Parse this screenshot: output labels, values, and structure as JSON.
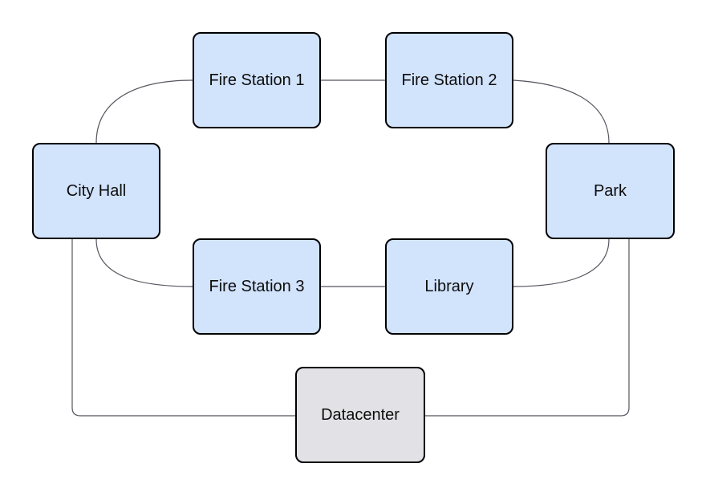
{
  "diagram": {
    "background_color": "#ffffff",
    "edge_color": "#55555e",
    "node_border_color": "#000000",
    "node_fill_blue": "#d2e3fc",
    "node_fill_gray": "#e2e2e6",
    "nodes": [
      {
        "id": "fire-station-1",
        "label": "Fire Station 1",
        "fill": "#d2e3fc"
      },
      {
        "id": "fire-station-2",
        "label": "Fire Station 2",
        "fill": "#d2e3fc"
      },
      {
        "id": "city-hall",
        "label": "City Hall",
        "fill": "#d2e3fc"
      },
      {
        "id": "park",
        "label": "Park",
        "fill": "#d2e3fc"
      },
      {
        "id": "fire-station-3",
        "label": "Fire Station 3",
        "fill": "#d2e3fc"
      },
      {
        "id": "library",
        "label": "Library",
        "fill": "#d2e3fc"
      },
      {
        "id": "datacenter",
        "label": "Datacenter",
        "fill": "#e2e2e6"
      }
    ],
    "edges": [
      {
        "from": "City Hall",
        "to": "Fire Station 1"
      },
      {
        "from": "Fire Station 1",
        "to": "Fire Station 2"
      },
      {
        "from": "Fire Station 2",
        "to": "Park"
      },
      {
        "from": "Park",
        "to": "Library"
      },
      {
        "from": "Library",
        "to": "Fire Station 3"
      },
      {
        "from": "Fire Station 3",
        "to": "City Hall"
      },
      {
        "from": "City Hall",
        "to": "Datacenter"
      },
      {
        "from": "Park",
        "to": "Datacenter"
      }
    ]
  }
}
